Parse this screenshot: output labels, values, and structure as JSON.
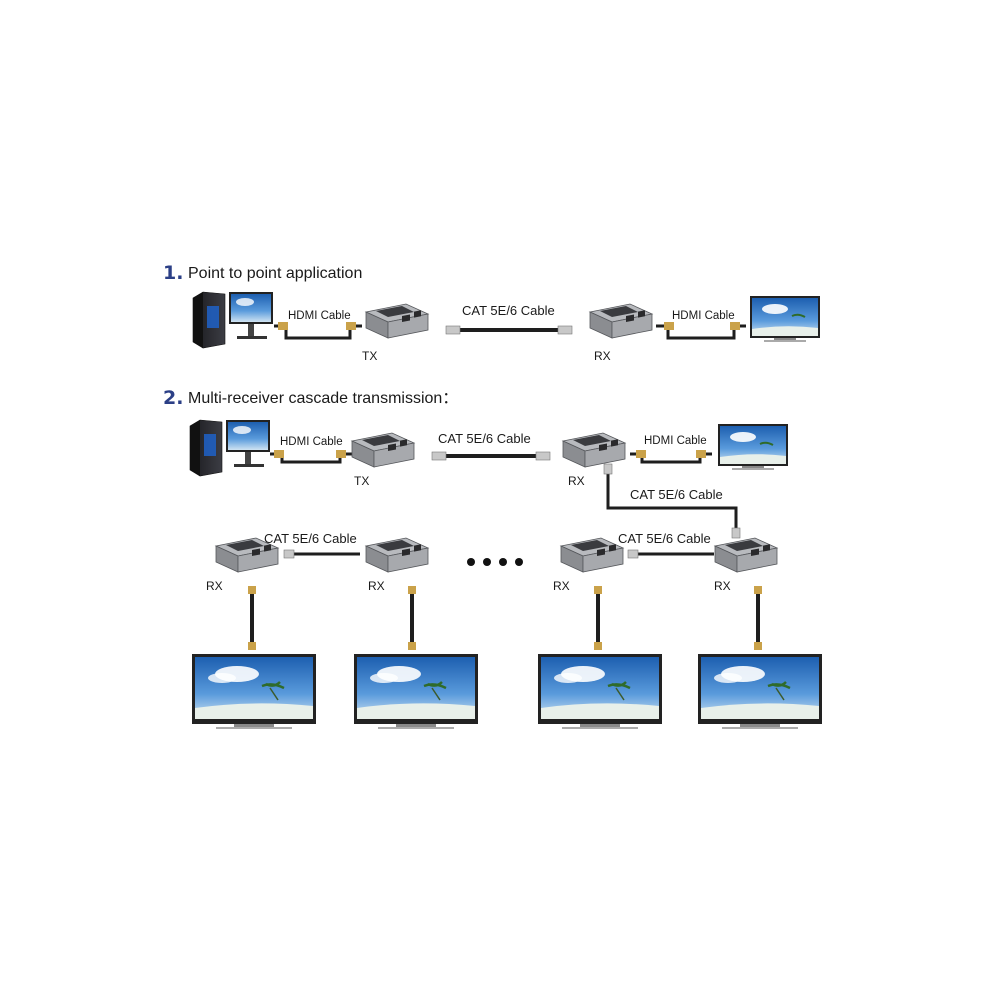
{
  "section1": {
    "number": "1.",
    "title": "Point to point application",
    "hdmi_in_label": "HDMI Cable",
    "cat_label": "CAT 5E/6 Cable",
    "hdmi_out_label": "HDMI Cable",
    "tx_label": "TX",
    "rx_label": "RX"
  },
  "section2": {
    "number": "2.",
    "title": "Multi-receiver cascade transmission：",
    "hdmi_in_label": "HDMI Cable",
    "cat_label_main": "CAT 5E/6 Cable",
    "hdmi_out_label": "HDMI Cable",
    "tx_label": "TX",
    "rx_label_main": "RX",
    "cat_label_down": "CAT 5E/6 Cable",
    "cat_label_left": "CAT 5E/6 Cable",
    "cat_label_right": "CAT 5E/6 Cable",
    "rx_labels": [
      "RX",
      "RX",
      "RX",
      "RX"
    ]
  },
  "colors": {
    "heading_number": "#2b3f86",
    "device_body": "#9a9ca0",
    "cable": "#1e1e1e",
    "screen_sky": "#3a78c4"
  },
  "icons": [
    "pc-tower-icon",
    "monitor-icon",
    "extender-tx-icon",
    "extender-rx-icon",
    "tv-icon",
    "hdmi-cable-icon",
    "cat-cable-icon"
  ]
}
